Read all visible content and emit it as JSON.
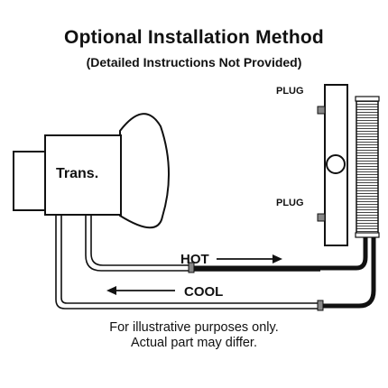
{
  "header": {
    "title": "Optional Installation Method",
    "subtitle": "(Detailed Instructions Not Provided)"
  },
  "diagram": {
    "transmission_label": "Trans.",
    "plug_top_label": "PLUG",
    "plug_bottom_label": "PLUG",
    "hot_label": "HOT",
    "cool_label": "COOL"
  },
  "caption": {
    "line1": "For illustrative purposes only.",
    "line2": "Actual part may differ."
  }
}
